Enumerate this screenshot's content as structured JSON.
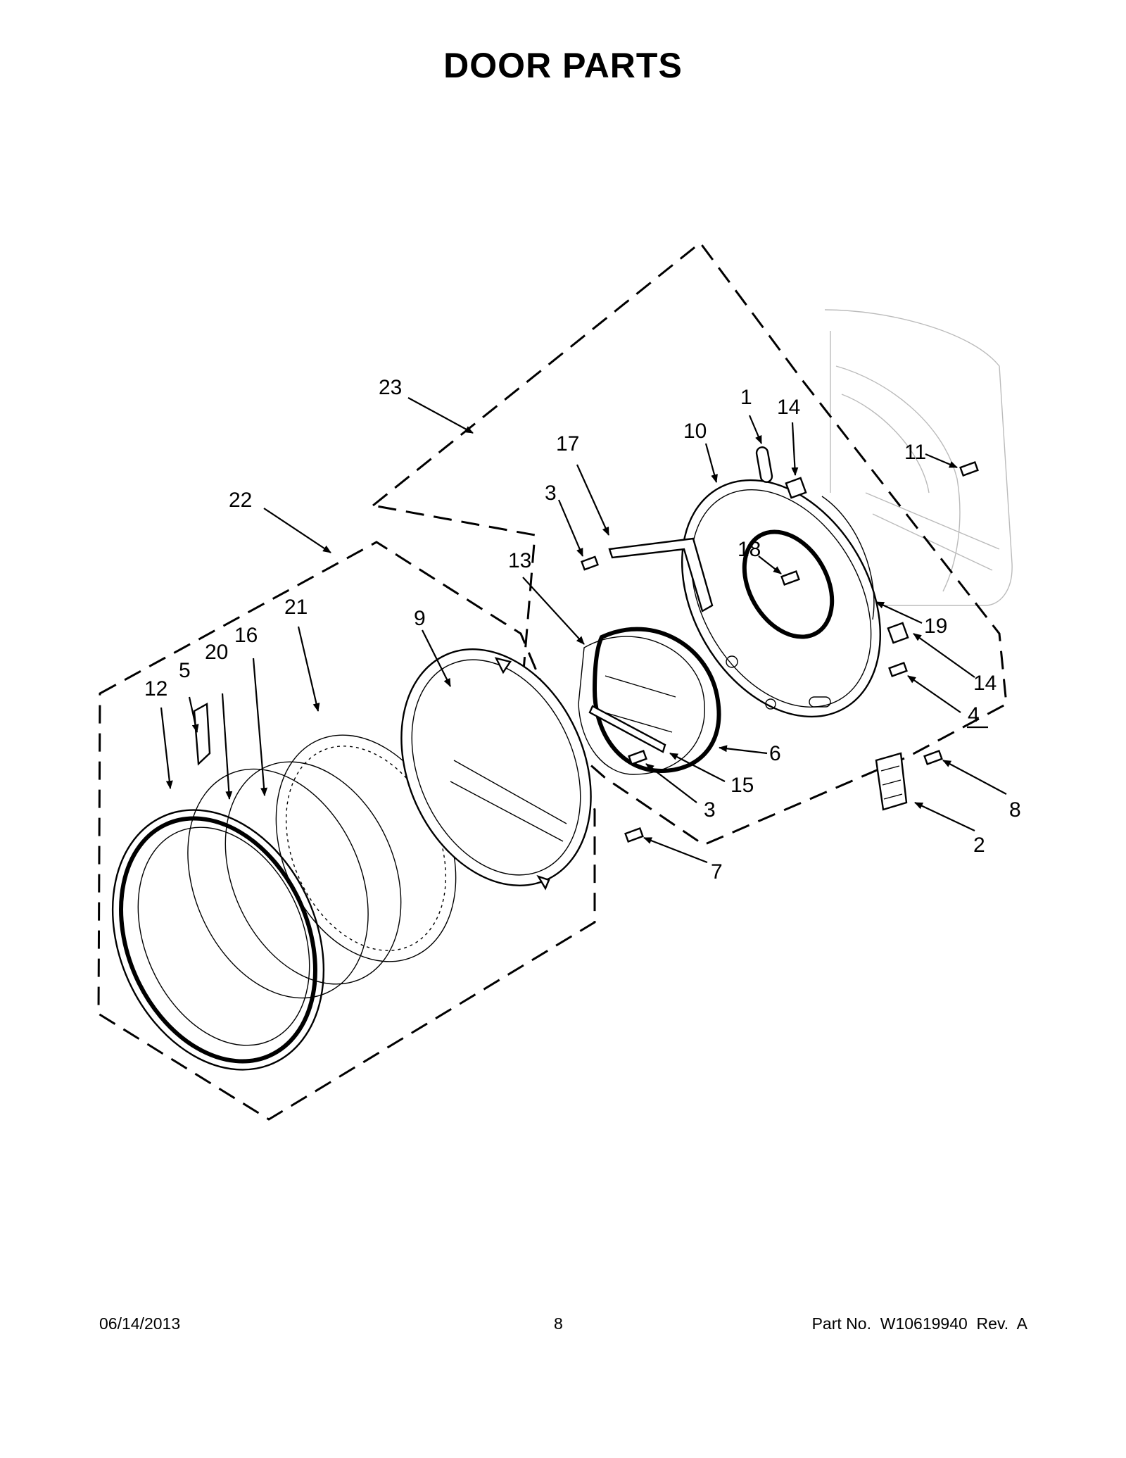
{
  "title": "DOOR PARTS",
  "footer": {
    "date": "06/14/2013",
    "page": "8",
    "part_number": "Part No.  W10619940  Rev.  A"
  },
  "callouts": {
    "c1": "1",
    "c2": "2",
    "c3a": "3",
    "c3b": "3",
    "c4": "4",
    "c5": "5",
    "c6": "6",
    "c7": "7",
    "c8": "8",
    "c9": "9",
    "c10": "10",
    "c11": "11",
    "c12": "12",
    "c13": "13",
    "c14a": "14",
    "c14b": "14",
    "c15": "15",
    "c16": "16",
    "c17": "17",
    "c18": "18",
    "c19": "19",
    "c20": "20",
    "c21": "21",
    "c22": "22",
    "c23": "23"
  }
}
